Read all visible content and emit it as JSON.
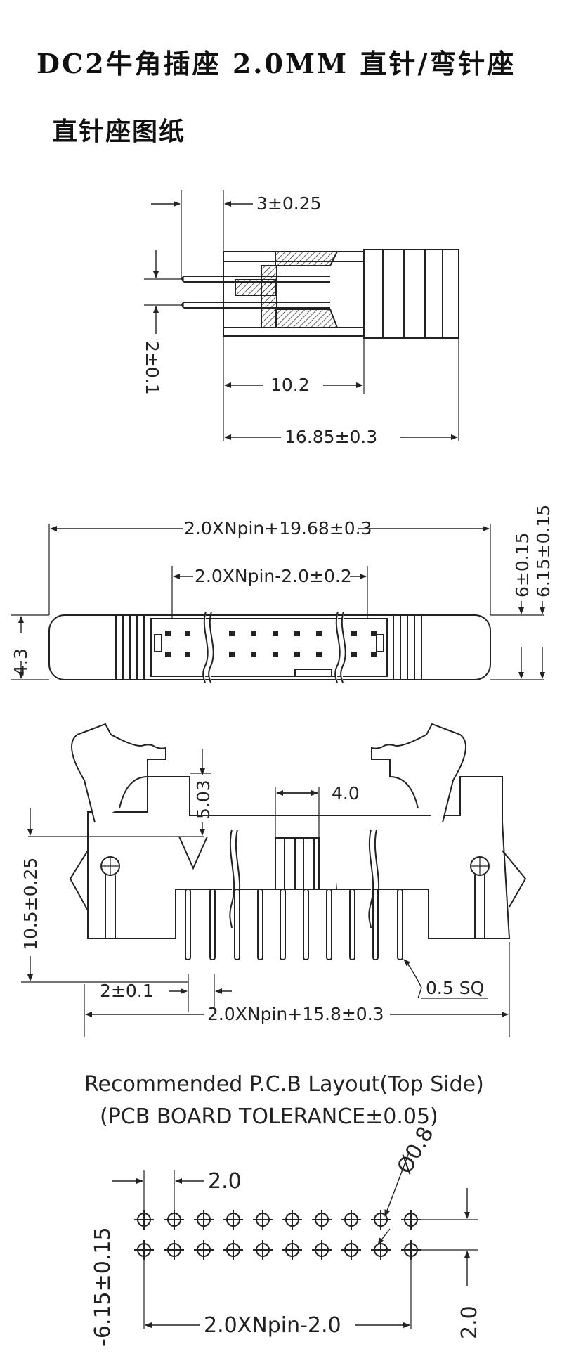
{
  "header": {
    "title": "DC2牛角插座 2.0MM 直针/弯针座",
    "subtitle": "直针座图纸"
  },
  "side_view": {
    "dim_top": "3±0.25",
    "dim_pitch": "2±0.1",
    "dim_body": "10.2",
    "dim_overall": "16.85±0.3"
  },
  "top_view": {
    "dim_overall": "2.0XNpin+19.68±0.3",
    "dim_inner": "2.0XNpin-2.0±0.2",
    "dim_height_a": "6±0.15",
    "dim_height_b": "6.15±0.15",
    "dim_left": "4.3"
  },
  "front_view": {
    "dim_latch": "5.03",
    "dim_key": "4.0",
    "dim_height": "10.5±0.25",
    "dim_pitch": "2±0.1",
    "dim_pin": "0.5 SQ",
    "dim_overall": "2.0XNpin+15.8±0.3"
  },
  "pcb_layout": {
    "heading_line1": "Recommended P.C.B Layout(Top Side)",
    "heading_line2": "(PCB BOARD TOLERANCE±0.05)",
    "dim_pitch": "2.0",
    "dim_hole": "Ø0.8",
    "dim_row": "-6.15±0.15",
    "dim_span": "2.0XNpin-2.0",
    "dim_row_pitch": "2.0"
  }
}
